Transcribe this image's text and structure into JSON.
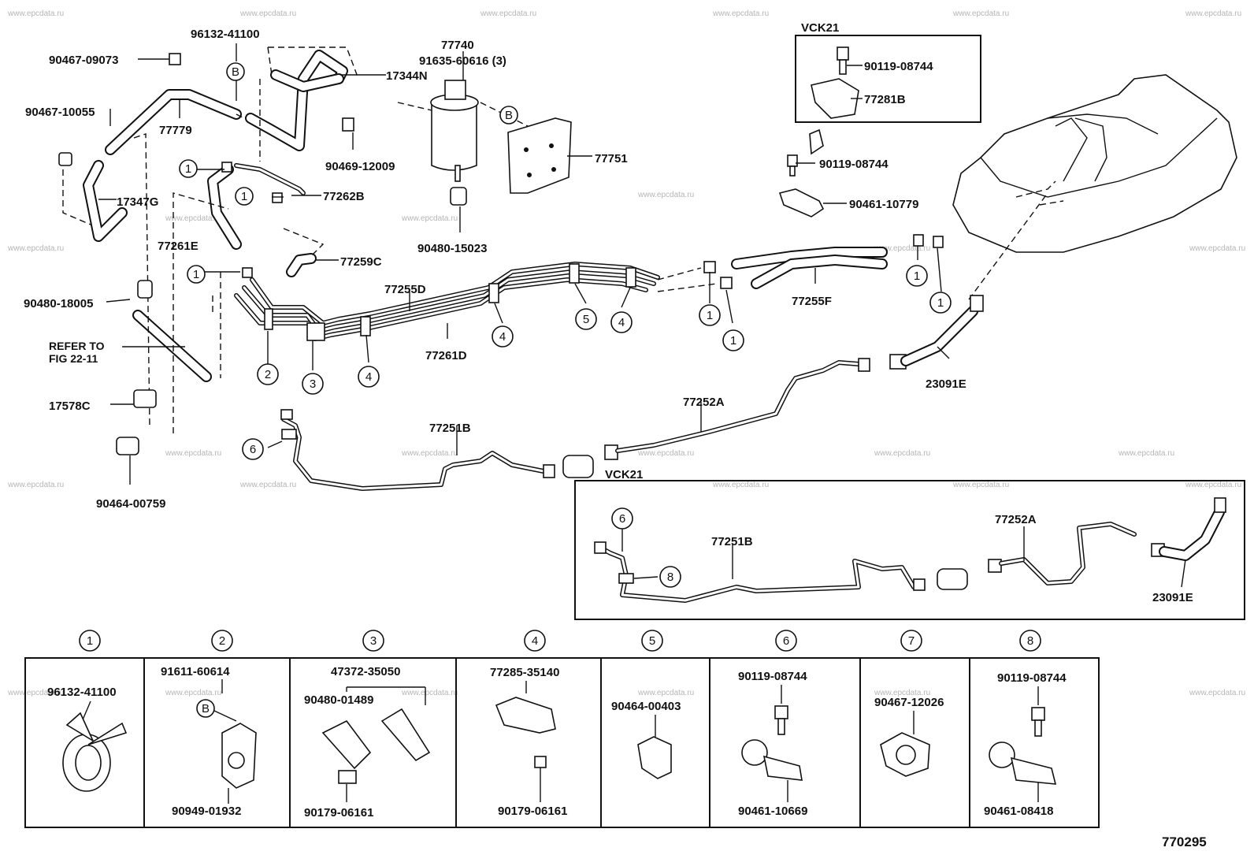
{
  "diagram_code": "770295",
  "watermark": "www.epcdata.ru",
  "labels": {
    "p90467_09073": "90467-09073",
    "p96132_41100": "96132-41100",
    "p77740": "77740",
    "p91635_60616": "91635-60616 (3)",
    "p17344N": "17344N",
    "p90467_10055": "90467-10055",
    "p77779": "77779",
    "p90469_12009": "90469-12009",
    "p77751": "77751",
    "p17347G": "17347G",
    "p77262B": "77262B",
    "p77261E": "77261E",
    "p77259C": "77259C",
    "p90480_15023": "90480-15023",
    "p90480_18005": "90480-18005",
    "p77255D": "77255D",
    "p77261D": "77261D",
    "refer_to": "REFER TO",
    "fig_ref": "FIG 22-11",
    "p17578C": "17578C",
    "p90464_00759": "90464-00759",
    "p77251B": "77251B",
    "p77252A": "77252A",
    "p23091E": "23091E",
    "p77255F": "77255F",
    "vck21_top": "VCK21",
    "p90119_08744_a": "90119-08744",
    "p77281B": "77281B",
    "p90119_08744_b": "90119-08744",
    "p90461_10779": "90461-10779",
    "vck21_mid": "VCK21",
    "p77251B_b": "77251B",
    "p77252A_b": "77252A",
    "p23091E_b": "23091E"
  },
  "callout_B": "B",
  "callouts": [
    "1",
    "2",
    "3",
    "4",
    "5",
    "6",
    "7",
    "8"
  ],
  "detail_panels": [
    {
      "num": "1",
      "parts": [
        "96132-41100"
      ]
    },
    {
      "num": "2",
      "parts": [
        "91611-60614",
        "90949-01932"
      ],
      "ref": "B"
    },
    {
      "num": "3",
      "parts": [
        "47372-35050",
        "90480-01489",
        "90179-06161"
      ]
    },
    {
      "num": "4",
      "parts": [
        "77285-35140",
        "90179-06161"
      ]
    },
    {
      "num": "5",
      "parts": [
        "90464-00403"
      ]
    },
    {
      "num": "6",
      "parts": [
        "90119-08744",
        "90461-10669"
      ]
    },
    {
      "num": "7",
      "parts": [
        "90467-12026"
      ]
    },
    {
      "num": "8",
      "parts": [
        "90119-08744",
        "90461-08418"
      ]
    }
  ]
}
